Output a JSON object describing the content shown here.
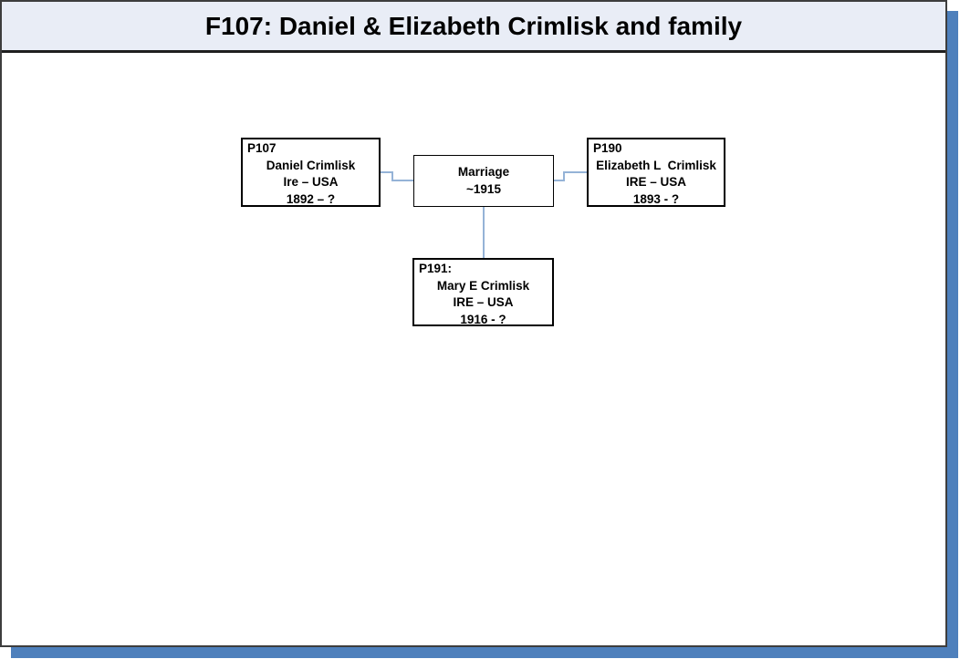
{
  "header": {
    "title": "F107: Daniel & Elizabeth Crimlisk and family"
  },
  "nodes": {
    "father": {
      "id": "P107",
      "name": "Daniel Crimlisk",
      "place": "Ire – USA",
      "years": "1892 – ?"
    },
    "marriage": {
      "label": "Marriage",
      "date": "~1915"
    },
    "mother": {
      "id": "P190",
      "name": "Elizabeth L  Crimlisk",
      "place": "IRE – USA",
      "years": "1893 - ?"
    },
    "child": {
      "id": "P191:",
      "name": "Mary E Crimlisk",
      "place": "IRE – USA",
      "years": "1916 - ?"
    }
  },
  "colors": {
    "header_bg": "#E9EDF6",
    "frame_border": "#3d3d3d",
    "box_border": "#000000",
    "connector": "#95B3D7",
    "shadow": "#4E80BC"
  }
}
